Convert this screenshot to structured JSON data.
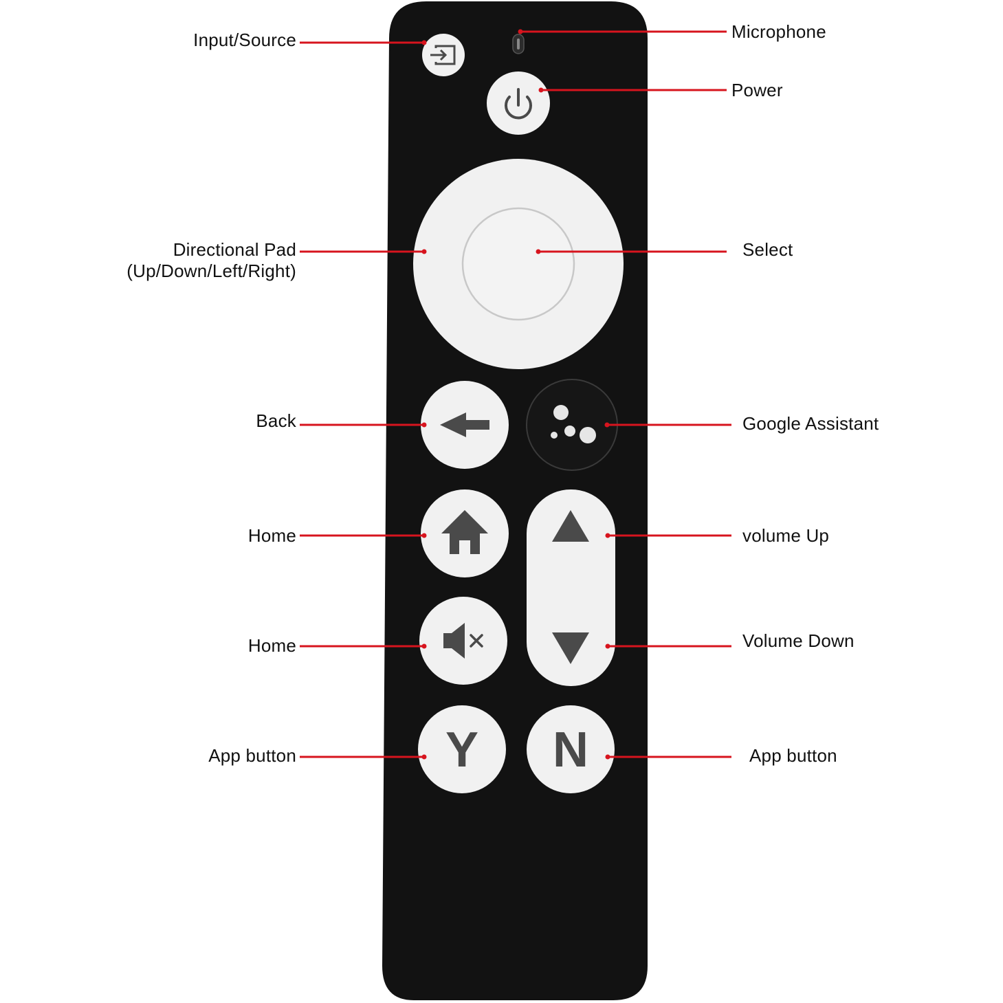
{
  "colors": {
    "remote_body": "#121212",
    "button_white": "#f1f1f1",
    "icon_dark": "#4a4a4a",
    "callout_line": "#d7141e"
  },
  "labels": {
    "input_source": "Input/Source",
    "microphone": "Microphone",
    "power": "Power",
    "directional_pad_line1": "Directional Pad",
    "directional_pad_line2": "(Up/Down/Left/Right)",
    "select": "Select",
    "back": "Back",
    "google_assistant": "Google Assistant",
    "home": "Home",
    "volume_up": "volume Up",
    "mute": "Home",
    "volume_down": "Volume Down",
    "app_button_left": "App button",
    "app_button_right": "App button"
  },
  "buttons": {
    "app_y_letter": "Y",
    "app_n_letter": "N"
  },
  "icons": {
    "input_source": "input-source-icon",
    "power": "power-icon",
    "back": "back-arrow-icon",
    "assistant": "google-assistant-icon",
    "home": "home-icon",
    "mute": "mute-icon",
    "volume_up": "triangle-up-icon",
    "volume_down": "triangle-down-icon"
  }
}
